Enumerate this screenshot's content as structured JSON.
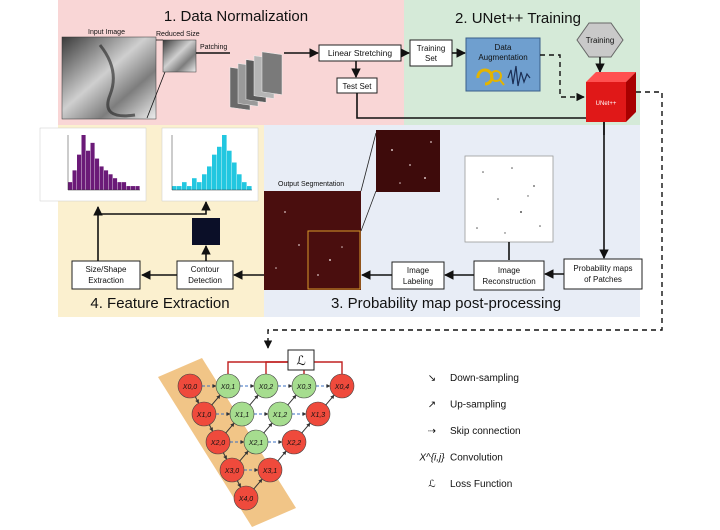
{
  "panels": {
    "normalization": "1. Data Normalization",
    "training": "2. UNet++ Training",
    "feature_extraction": "4. Feature Extraction",
    "postprocessing": "3. Probability map post-processing"
  },
  "image_labels": {
    "input_image": "Input Image",
    "reduced_size": "Reduced Size",
    "patching": "Patching",
    "output_segmentation": "Output Segmentation"
  },
  "boxes": {
    "linear_stretching": "Linear Stretching",
    "training_set": [
      "Training",
      "Set"
    ],
    "test_set": "Test Set",
    "data_augmentation": [
      "Data",
      "Augmentation"
    ],
    "training": "Training",
    "unet_cube": "UNet++",
    "probability_maps": [
      "Probability maps",
      "of Patches"
    ],
    "image_reconstruction": [
      "Image",
      "Reconstruction"
    ],
    "image_labeling": [
      "Image",
      "Labeling"
    ],
    "contour_detection": [
      "Contour",
      "Detection"
    ],
    "size_shape_extraction": [
      "Size/Shape",
      "Extraction"
    ]
  },
  "legend": [
    {
      "symbol": "↘",
      "label": "Down-sampling"
    },
    {
      "symbol": "↗",
      "label": "Up-sampling"
    },
    {
      "symbol": "⇢",
      "label": "Skip connection"
    },
    {
      "symbol": "X^{i,j}",
      "label": "Convolution"
    },
    {
      "symbol": "ℒ",
      "label": "Loss Function"
    }
  ],
  "unet_nodes": [
    {
      "label": "X0,0",
      "kind": "encoder"
    },
    {
      "label": "X0,1",
      "kind": "nested"
    },
    {
      "label": "X0,2",
      "kind": "nested"
    },
    {
      "label": "X0,3",
      "kind": "nested"
    },
    {
      "label": "X0,4",
      "kind": "decoder"
    },
    {
      "label": "X1,0",
      "kind": "encoder"
    },
    {
      "label": "X1,1",
      "kind": "nested"
    },
    {
      "label": "X1,2",
      "kind": "nested"
    },
    {
      "label": "X1,3",
      "kind": "decoder"
    },
    {
      "label": "X2,0",
      "kind": "encoder"
    },
    {
      "label": "X2,1",
      "kind": "nested"
    },
    {
      "label": "X2,2",
      "kind": "decoder"
    },
    {
      "label": "X3,0",
      "kind": "encoder"
    },
    {
      "label": "X3,1",
      "kind": "decoder"
    },
    {
      "label": "X4,0",
      "kind": "encoder"
    }
  ],
  "loss_symbol": "ℒ",
  "colors": {
    "normalization_bg": "#f9d6d6",
    "training_bg": "#d5ead8",
    "feature_bg": "#fbf0cf",
    "postproc_bg": "#e8edf6",
    "augmentation": "#6f9fcf",
    "cube": "#e01818",
    "encoder_node": "#ef4a3c",
    "nested_node": "#a6dd8f",
    "band": "#efbf7a",
    "histogram_purple": "#6b1a78",
    "histogram_cyan": "#22c7e0"
  }
}
